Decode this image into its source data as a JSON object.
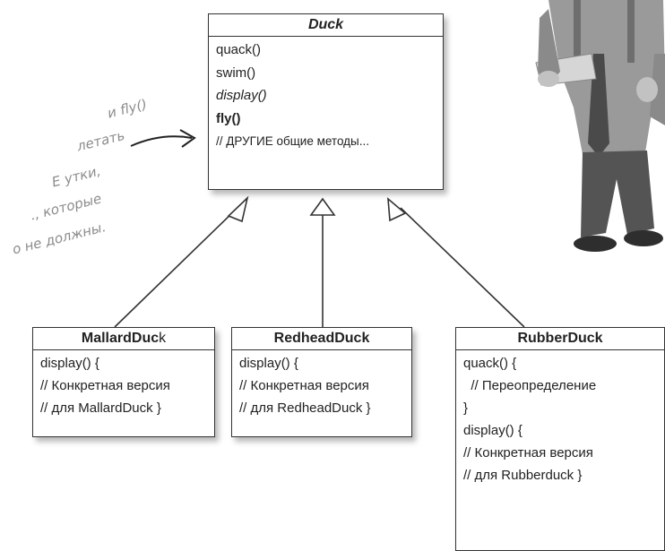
{
  "duck_class": {
    "name": "Duck",
    "methods": [
      "quack()",
      "swim()",
      "display()",
      "fly()",
      "// ДРУГИЕ общие методы..."
    ]
  },
  "mallard_class": {
    "name_bold": "MallardDuc",
    "name_rest": "k",
    "lines": [
      "display() {",
      "// Конкретная версия",
      "// для MallardDuck }"
    ]
  },
  "redhead_class": {
    "name": "RedheadDuck",
    "lines": [
      "display() {",
      "// Конкретная версия",
      "// для RedheadDuck }"
    ]
  },
  "rubber_class": {
    "name": "RubberDuck",
    "lines": [
      "quack() {",
      "  // Переопределение",
      "}",
      "display() {",
      "// Конкретная версия",
      "// для Rubberduck }"
    ]
  },
  "handwritten_note": [
    "и fly()",
    "летать",
    "Е утки,",
    "., которые",
    "о не должны."
  ]
}
